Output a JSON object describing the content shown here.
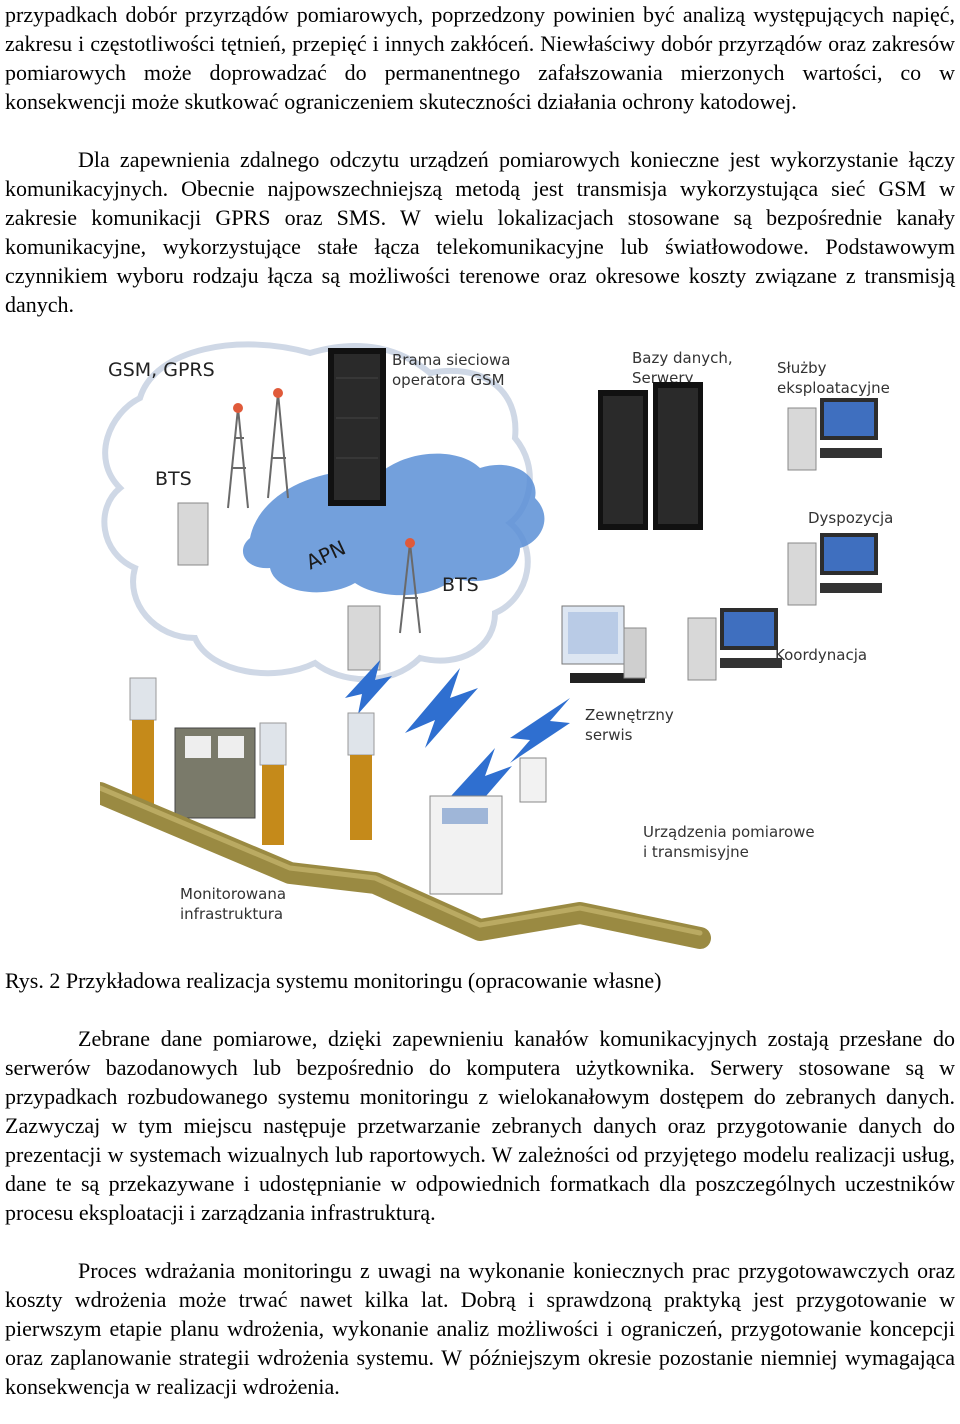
{
  "paragraphs": {
    "p1": "przypadkach dobór przyrządów pomiarowych, poprzedzony powinien być analizą występujących napięć, zakresu i częstotliwości tętnień, przepięć i innych zakłóceń. Niewłaściwy dobór przyrządów oraz zakresów pomiarowych może doprowadzać do permanentnego zafałszowania mierzonych wartości, co w konsekwencji może skutkować ograniczeniem skuteczności działania ochrony katodowej.",
    "p2": "Dla zapewnienia zdalnego odczytu urządzeń pomiarowych konieczne jest wykorzystanie łączy komunikacyjnych. Obecnie najpowszechniejszą metodą jest transmisja wykorzystująca sieć GSM w zakresie komunikacji GPRS oraz SMS. W wielu lokalizacjach stosowane są bezpośrednie kanały komunikacyjne, wykorzystujące stałe łącza telekomunikacyjne lub światłowodowe. Podstawowym czynnikiem wyboru rodzaju łącza są możliwości terenowe oraz okresowe koszty związane z transmisją danych.",
    "p3": "Zebrane dane pomiarowe, dzięki zapewnieniu kanałów komunikacyjnych zostają przesłane do serwerów bazodanowych lub bezpośrednio do komputera użytkownika. Serwery stosowane są w przypadkach rozbudowanego systemu monitoringu z wielokanałowym dostępem do zebranych danych. Zazwyczaj w tym miejscu następuje przetwarzanie zebranych danych oraz przygotowanie danych do prezentacji w systemach wizualnych lub raportowych. W zależności od przyjętego modelu realizacji usług, dane te są przekazywane i udostępnianie w odpowiednich formatkach dla poszczególnych uczestników procesu eksploatacji i zarządzania infrastrukturą.",
    "p4": "Proces wdrażania monitoringu z uwagi na wykonanie koniecznych prac przygotowawczych oraz koszty wdrożenia może trwać nawet kilka lat. Dobrą i sprawdzoną praktyką jest przygotowanie w pierwszym etapie planu wdrożenia, wykonanie analiz możliwości i ograniczeń, przygotowanie koncepcji oraz zaplanowanie strategii wdrożenia systemu.  W późniejszym okresie pozostanie niemniej wymagająca konsekwencja w realizacji wdrożenia."
  },
  "figure": {
    "caption": "Rys. 2 Przykładowa realizacja systemu monitoringu (opracowanie własne)",
    "labels": {
      "gsm_gprs": "GSM, GPRS",
      "gateway_l1": "Brama sieciowa",
      "gateway_l2": "operatora GSM",
      "db_l1": "Bazy danych,",
      "db_l2": "Serwery",
      "services_l1": "Służby",
      "services_l2": "eksploatacyjne",
      "bts_1": "BTS",
      "bts_2": "BTS",
      "apn": "APN",
      "dispatch": "Dyspozycja",
      "coordination": "Koordynacja",
      "external_l1": "Zewnętrzny",
      "external_l2": "serwis",
      "devices_l1": "Urządzenia pomiarowe",
      "devices_l2": "i transmisyjne",
      "infra_l1": "Monitorowana",
      "infra_l2": "infrastruktura"
    }
  },
  "colors": {
    "cloud_fill": "#ffffff",
    "cloud_stroke": "#cfd8e6",
    "apn_blue": "#5b8fd6",
    "link_blue": "#2f6fd0",
    "pipe": "#9a8a42",
    "post": "#c58a1a",
    "rack": "#111111",
    "monitor": "#2d2d2d"
  }
}
